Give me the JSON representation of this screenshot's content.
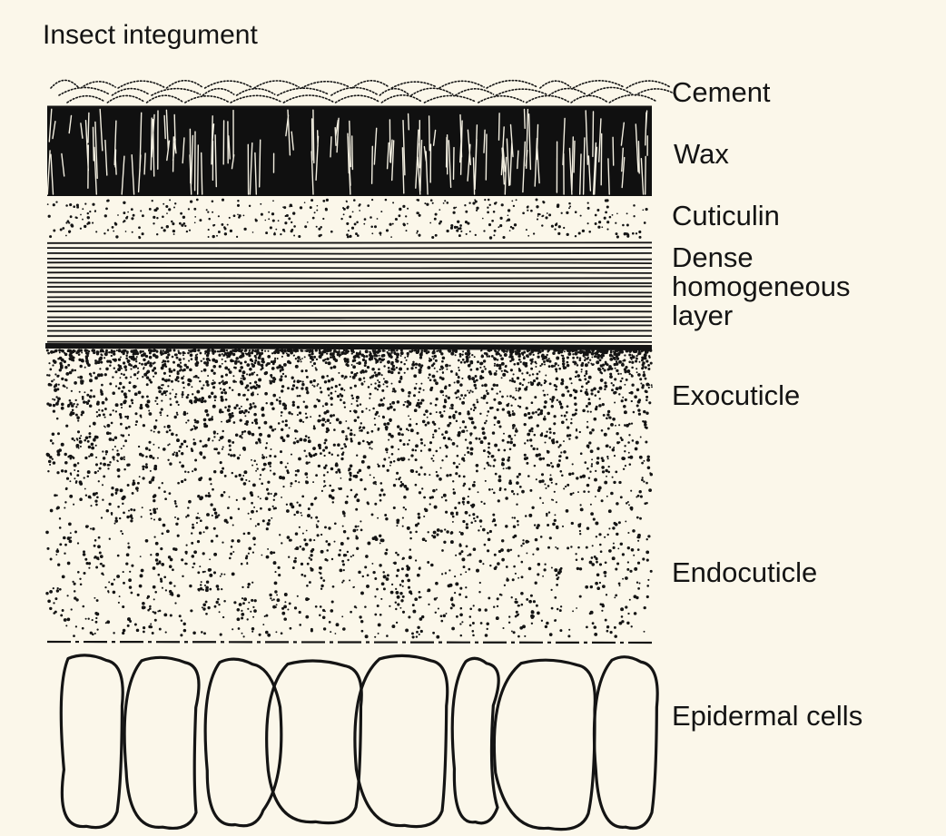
{
  "diagram": {
    "title": "Insect integument",
    "layers": [
      {
        "id": "cement",
        "label": "Cement"
      },
      {
        "id": "wax",
        "label": "Wax"
      },
      {
        "id": "cuticulin",
        "label": "Cuticulin"
      },
      {
        "id": "dense",
        "label_lines": [
          "Dense",
          "homogeneous",
          "layer"
        ]
      },
      {
        "id": "exocuticle",
        "label": "Exocuticle"
      },
      {
        "id": "endocuticle",
        "label": "Endocuticle"
      },
      {
        "id": "epidermal",
        "label": "Epidermal cells"
      }
    ],
    "colors": {
      "background": "#fbf7ea",
      "ink": "#141414"
    }
  }
}
